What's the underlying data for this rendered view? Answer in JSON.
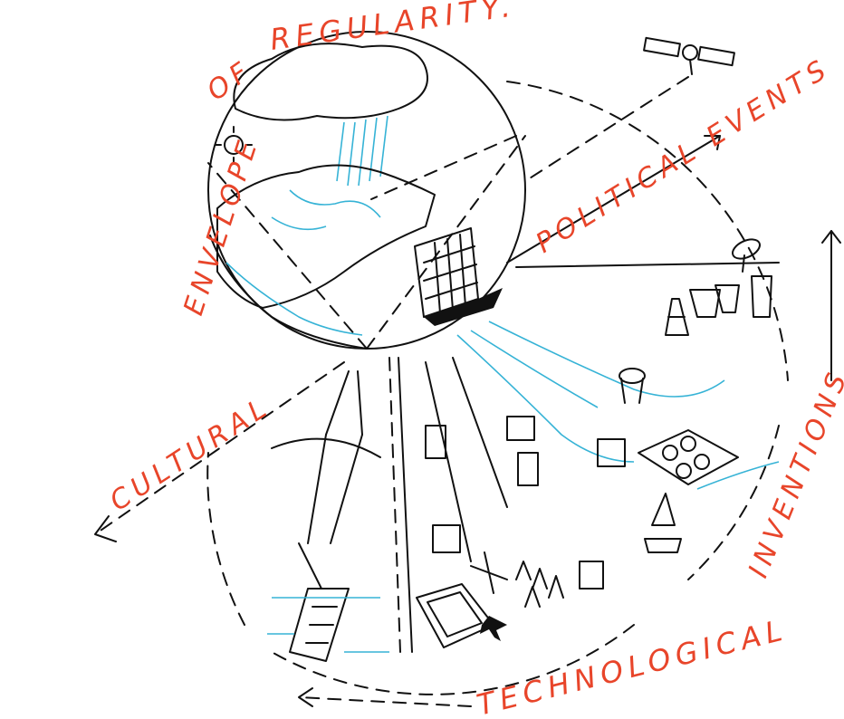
{
  "labels": {
    "envelope_of": "ENVELOPE",
    "of": "OF",
    "regularity": "REGULARITY.",
    "political_events": "POLITICAL EVENTS",
    "cultural": "CULTURAL",
    "technological": "TECHNOLOGICAL",
    "inventions": "INVENTIONS"
  },
  "colors": {
    "label": "#e8452a",
    "ink": "#111111",
    "water": "#36b3d6"
  }
}
